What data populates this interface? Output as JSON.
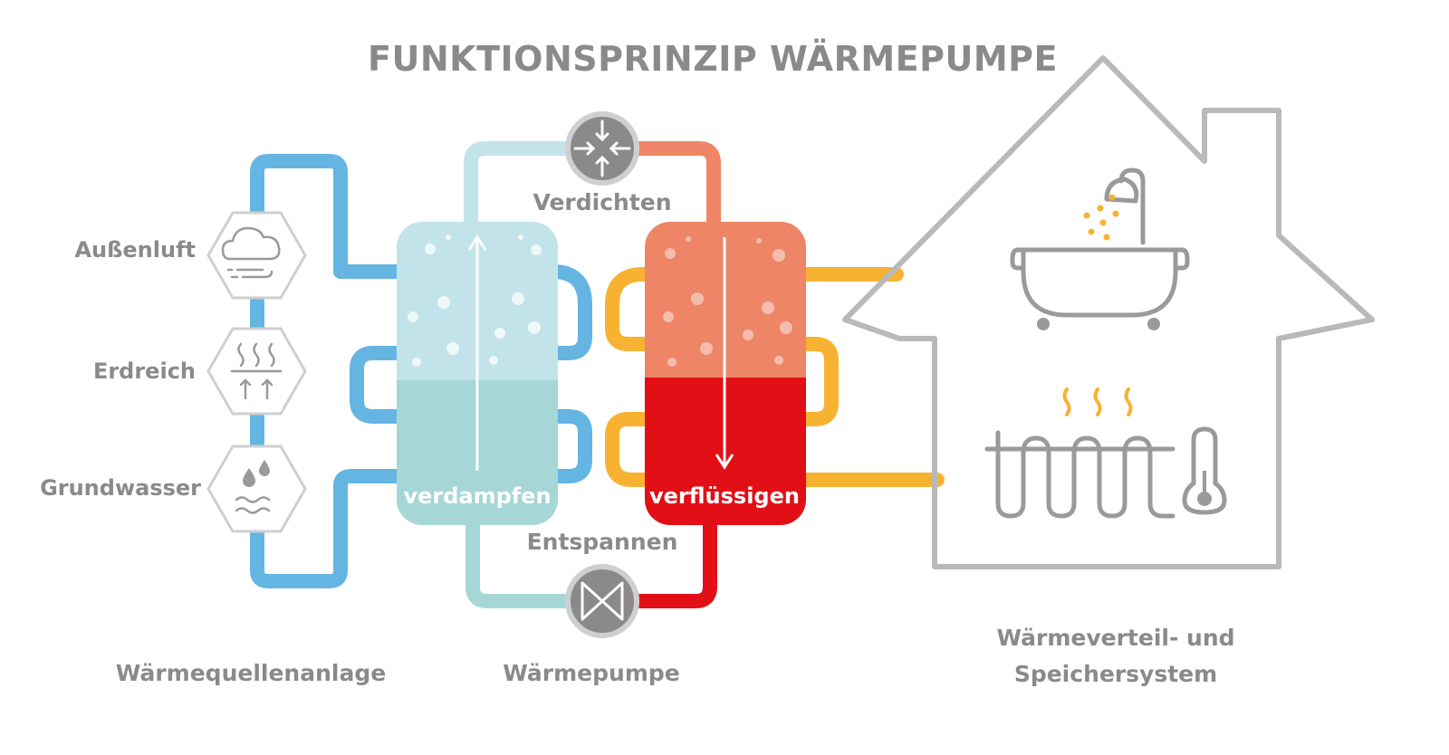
{
  "title": "FUNKTIONSPRINZIP WÄRMEPUMPE",
  "sources": {
    "items": [
      "Außenluft",
      "Erdreich",
      "Grundwasser"
    ],
    "caption": "Wärmequellenanlage"
  },
  "heat_pump": {
    "compress_label": "Verdichten",
    "expand_label": "Entspannen",
    "evaporate_label": "verdampfen",
    "condense_label": "verflüssigen",
    "caption": "Wärmepumpe"
  },
  "distribution": {
    "caption_line1": "Wärmeverteil- und",
    "caption_line2": "Speichersystem"
  },
  "colors": {
    "source_blue": "#64b5e2",
    "vapor_light": "#c2e3ea",
    "liquid_teal": "#a7d6d6",
    "hot_vapor": "#ee8567",
    "hot_liquid": "#e30f16",
    "warm_water": "#f8b232",
    "grey": "#9a9a9a"
  },
  "icons": [
    "cloud-wind-icon",
    "ground-heat-icon",
    "water-drops-icon",
    "compressor-icon",
    "expansion-valve-icon",
    "bathtub-shower-icon",
    "underfloor-heating-icon",
    "thermometer-icon"
  ]
}
